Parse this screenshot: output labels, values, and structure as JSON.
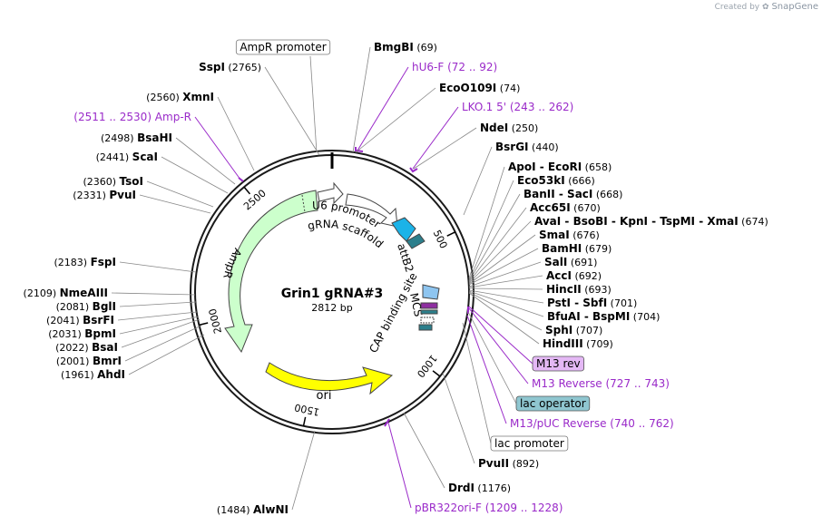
{
  "credit": {
    "prefix": "Created by",
    "brand": "SnapGene"
  },
  "plasmid": {
    "name": "Grin1 gRNA#3",
    "length_label": "2812 bp",
    "length": 2812
  },
  "ticks": [
    {
      "bp": 500,
      "label": "500"
    },
    {
      "bp": 1000,
      "label": "1000"
    },
    {
      "bp": 1500,
      "label": "1500"
    },
    {
      "bp": 2000,
      "label": "2000"
    },
    {
      "bp": 2500,
      "label": "2500"
    }
  ],
  "features": [
    {
      "name": "ori",
      "label": "ori",
      "color": "#ffff00"
    },
    {
      "name": "AmpR",
      "label": "AmpR",
      "color": "#ccffcc"
    },
    {
      "name": "AmpR promoter",
      "label": "AmpR promoter"
    },
    {
      "name": "U6 promoter",
      "label": "U6 promoter"
    },
    {
      "name": "gRNA scaffold",
      "label": "gRNA scaffold"
    },
    {
      "name": "attB2",
      "label": "attB2"
    },
    {
      "name": "MCS",
      "label": "MCS"
    },
    {
      "name": "CAP binding site",
      "label": "CAP binding site"
    }
  ],
  "site_labels": [
    {
      "name": "AmpR promoter",
      "text": "AmpR promoter",
      "style": "box"
    },
    {
      "name": "SspI",
      "pos": "(2765)",
      "style": "enzyme"
    },
    {
      "name": "BmgBI",
      "pos": "(69)",
      "style": "enzyme"
    },
    {
      "name": "hU6-F",
      "pos": "(72 .. 92)",
      "style": "primer"
    },
    {
      "name": "EcoO109I",
      "pos": "(74)",
      "style": "enzyme"
    },
    {
      "name": "LKO.1 5'",
      "pos": "(243 .. 262)",
      "style": "primer"
    },
    {
      "name": "NdeI",
      "pos": "(250)",
      "style": "enzyme"
    },
    {
      "name": "BsrGI",
      "pos": "(440)",
      "style": "enzyme"
    },
    {
      "name": "ApoI - EcoRI",
      "pos": "(658)",
      "style": "enzyme"
    },
    {
      "name": "Eco53kI",
      "pos": "(666)",
      "style": "enzyme"
    },
    {
      "name": "BanII - SacI",
      "pos": "(668)",
      "style": "enzyme"
    },
    {
      "name": "Acc65I",
      "pos": "(670)",
      "style": "enzyme"
    },
    {
      "name": "AvaI - BsoBI - KpnI - TspMI - XmaI",
      "pos": "(674)",
      "style": "enzyme"
    },
    {
      "name": "SmaI",
      "pos": "(676)",
      "style": "enzyme"
    },
    {
      "name": "BamHI",
      "pos": "(679)",
      "style": "enzyme"
    },
    {
      "name": "SalI",
      "pos": "(691)",
      "style": "enzyme"
    },
    {
      "name": "AccI",
      "pos": "(692)",
      "style": "enzyme"
    },
    {
      "name": "HincII",
      "pos": "(693)",
      "style": "enzyme"
    },
    {
      "name": "PstI - SbfI",
      "pos": "(701)",
      "style": "enzyme"
    },
    {
      "name": "BfuAI - BspMI",
      "pos": "(704)",
      "style": "enzyme"
    },
    {
      "name": "SphI",
      "pos": "(707)",
      "style": "enzyme"
    },
    {
      "name": "HindIII",
      "pos": "(709)",
      "style": "enzyme"
    },
    {
      "name": "M13 rev",
      "text": "M13 rev",
      "style": "primerbox"
    },
    {
      "name": "M13 Reverse",
      "pos": "(727 .. 743)",
      "style": "primer"
    },
    {
      "name": "lac operator",
      "text": "lac operator",
      "style": "bluebox"
    },
    {
      "name": "M13/pUC Reverse",
      "pos": "(740 .. 762)",
      "style": "primer"
    },
    {
      "name": "lac promoter",
      "text": "lac promoter",
      "style": "box"
    },
    {
      "name": "PvuII",
      "pos": "(892)",
      "style": "enzyme"
    },
    {
      "name": "DrdI",
      "pos": "(1176)",
      "style": "enzyme"
    },
    {
      "name": "pBR322ori-F",
      "pos": "(1209 .. 1228)",
      "style": "primer"
    },
    {
      "name": "AlwNI",
      "pos": "(1484)",
      "style": "enzyme_left"
    },
    {
      "name": "XmnI",
      "pos": "(2560)",
      "style": "enzyme_left"
    },
    {
      "name": "Amp-R",
      "pos": "(2511 .. 2530)",
      "style": "primer_left"
    },
    {
      "name": "BsaHI",
      "pos": "(2498)",
      "style": "enzyme_left"
    },
    {
      "name": "ScaI",
      "pos": "(2441)",
      "style": "enzyme_left"
    },
    {
      "name": "TsoI",
      "pos": "(2360)",
      "style": "enzyme_left"
    },
    {
      "name": "PvuI",
      "pos": "(2331)",
      "style": "enzyme_left"
    },
    {
      "name": "FspI",
      "pos": "(2183)",
      "style": "enzyme_left"
    },
    {
      "name": "NmeAIII",
      "pos": "(2109)",
      "style": "enzyme_left"
    },
    {
      "name": "BglI",
      "pos": "(2081)",
      "style": "enzyme_left"
    },
    {
      "name": "BsrFI",
      "pos": "(2041)",
      "style": "enzyme_left"
    },
    {
      "name": "BpmI",
      "pos": "(2031)",
      "style": "enzyme_left"
    },
    {
      "name": "BsaI",
      "pos": "(2022)",
      "style": "enzyme_left"
    },
    {
      "name": "BmrI",
      "pos": "(2001)",
      "style": "enzyme_left"
    },
    {
      "name": "AhdI",
      "pos": "(1961)",
      "style": "enzyme_left"
    }
  ],
  "colors": {
    "backbone": "#1a1a1a",
    "enzyme_text": "#000000",
    "primer_text": "#9a2ac9",
    "primer_box_fill": "#e4b8f5",
    "operator_box_fill": "#8fc6d0",
    "leader": "#888888"
  }
}
